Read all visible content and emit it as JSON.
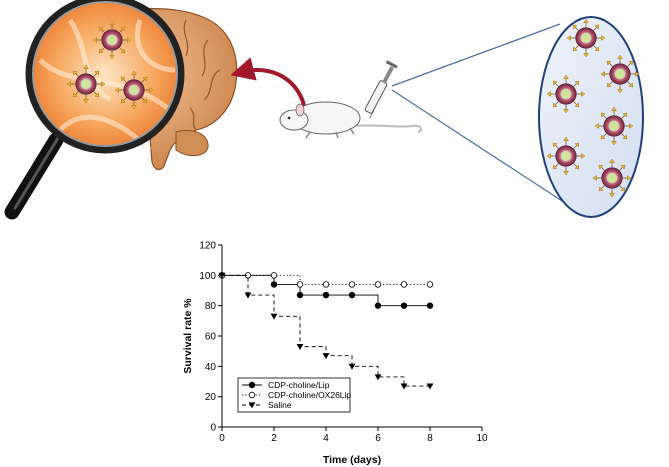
{
  "chart_data": {
    "type": "line",
    "style": "step",
    "xlabel": "Time (days)",
    "ylabel": "Survival rate %",
    "xlim": [
      0,
      10
    ],
    "ylim": [
      0,
      120
    ],
    "xticks": [
      0,
      2,
      4,
      6,
      8,
      10
    ],
    "yticks": [
      0,
      20,
      40,
      60,
      80,
      100,
      120
    ],
    "grid": false,
    "legend_position": "bottom-left",
    "series": [
      {
        "name": "CDP-choline/Lip",
        "marker": "filled-circle",
        "line": "solid",
        "x": [
          0,
          2,
          3,
          4,
          5,
          6,
          7,
          8
        ],
        "y": [
          100,
          94,
          87,
          87,
          87,
          80,
          80,
          80
        ]
      },
      {
        "name": "CDP-choline/OX26Lip",
        "marker": "open-circle",
        "line": "dotted",
        "x": [
          0,
          1,
          2,
          3,
          4,
          5,
          6,
          7,
          8
        ],
        "y": [
          100,
          100,
          100,
          94,
          94,
          94,
          94,
          94,
          94
        ]
      },
      {
        "name": "Saline",
        "marker": "filled-triangle-down",
        "line": "dashed",
        "x": [
          0,
          1,
          2,
          3,
          4,
          5,
          6,
          7,
          8
        ],
        "y": [
          100,
          87,
          73,
          53,
          47,
          40,
          33,
          27,
          27
        ]
      }
    ]
  }
}
